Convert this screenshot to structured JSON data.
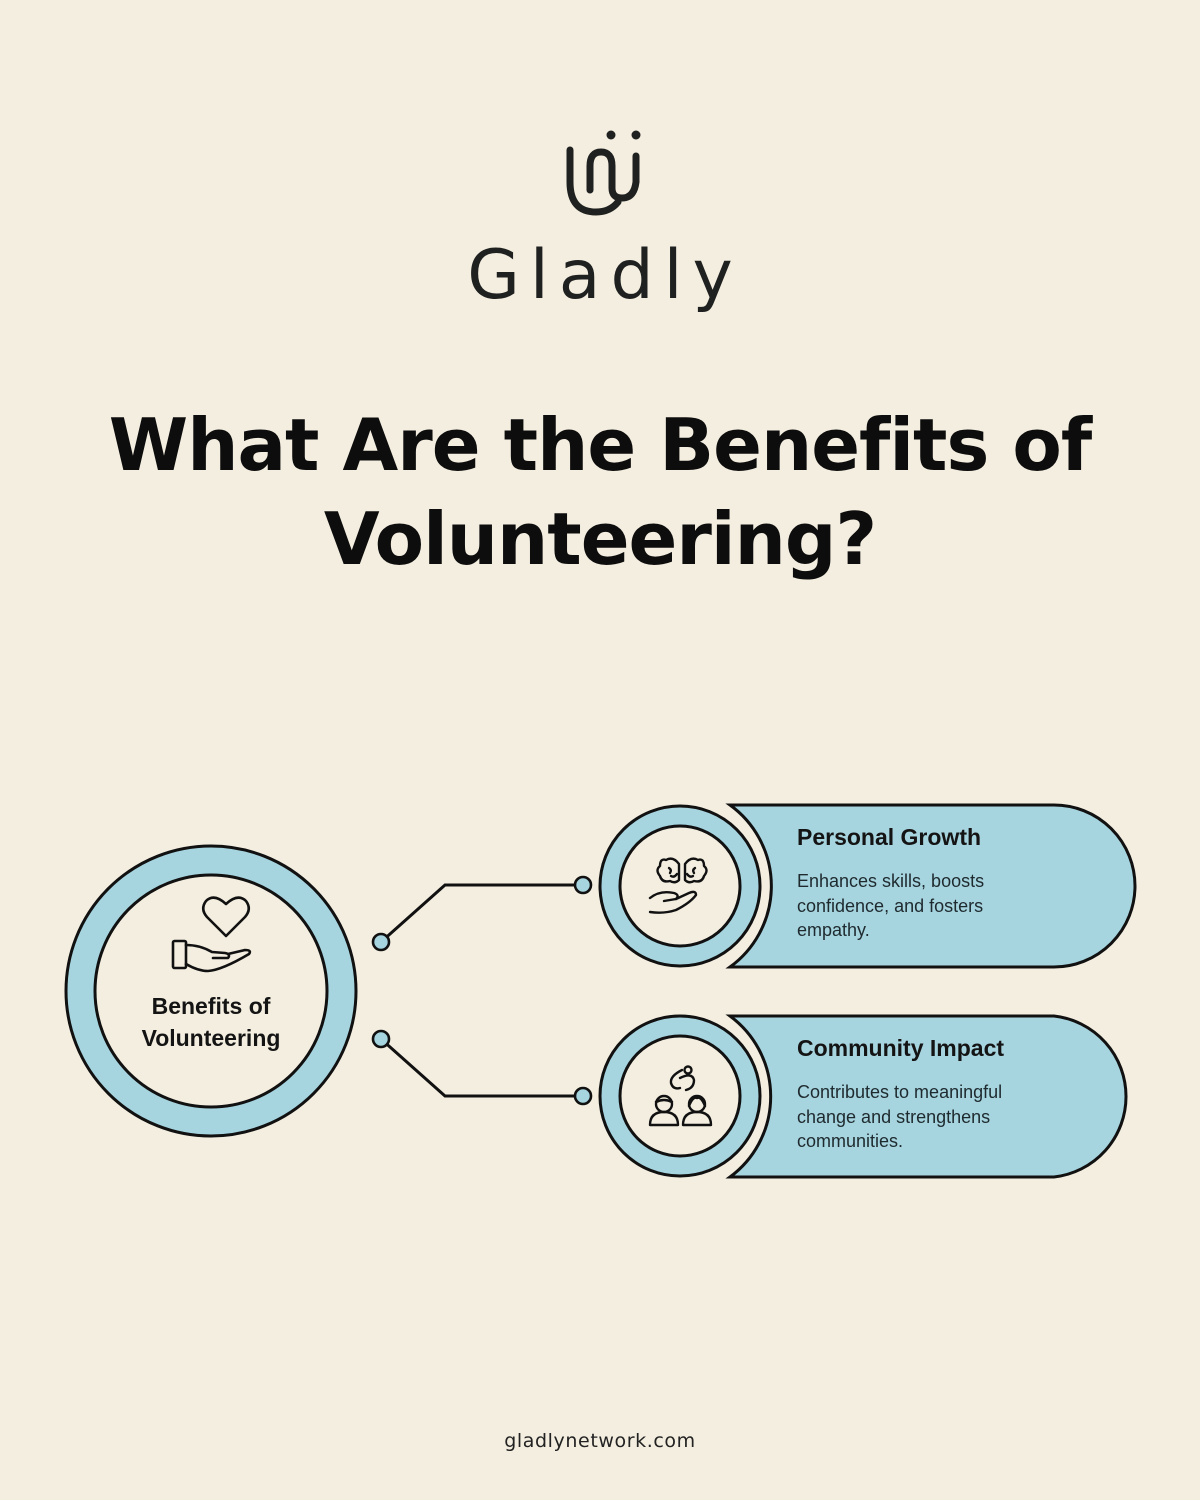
{
  "brand": {
    "logo_icon": "gladly-logo-icon",
    "name": "Gladly"
  },
  "title": {
    "line1": "What Are the Benefits of",
    "line2": "Volunteering?"
  },
  "diagram": {
    "center": {
      "icon": "heart-in-hand-icon",
      "label_line1": "Benefits of",
      "label_line2": "Volunteering"
    },
    "branches": [
      {
        "icon": "brain-in-hand-icon",
        "title": "Personal Growth",
        "description": "Enhances skills, boosts confidence, and fosters empathy."
      },
      {
        "icon": "community-people-icon",
        "title": "Community Impact",
        "description": "Contributes to meaningful change and strengthens communities."
      }
    ]
  },
  "colors": {
    "background": "#f4eee0",
    "accent_blue": "#a6d4df",
    "stroke": "#111111",
    "text": "#141414"
  },
  "footer": {
    "url": "gladlynetwork.com"
  }
}
